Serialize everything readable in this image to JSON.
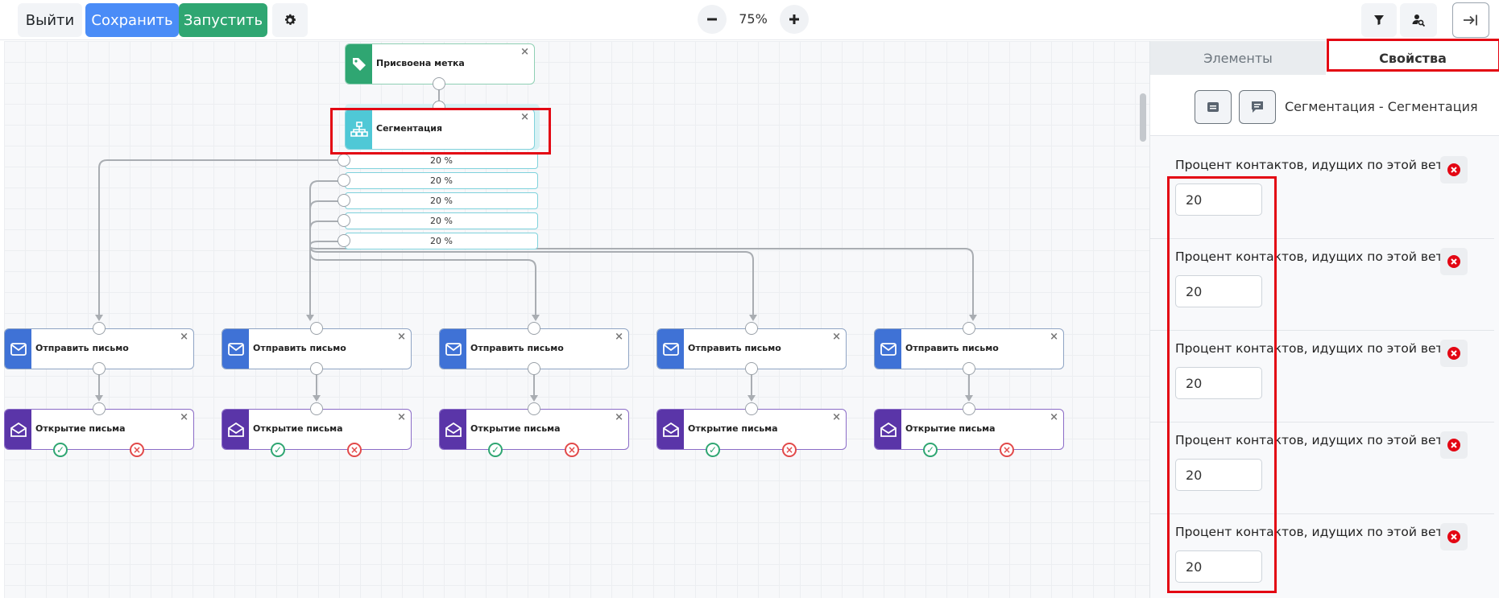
{
  "toolbar": {
    "exit_label": "Выйти",
    "save_label": "Сохранить",
    "run_label": "Запустить",
    "zoom_level": "75%",
    "zoom_out_symbol": "−",
    "zoom_in_symbol": "+"
  },
  "canvas": {
    "nodes": {
      "tag": {
        "title": "Присвоена метка",
        "icon": "tag-icon",
        "color": "#2fa672"
      },
      "segmentation": {
        "title": "Сегментация",
        "icon": "sitemap-icon",
        "color": "#4fc8d6"
      },
      "send_emails": [
        {
          "title": "Отправить письмо",
          "icon": "envelope-icon",
          "color": "#3f72d6"
        },
        {
          "title": "Отправить письмо",
          "icon": "envelope-icon",
          "color": "#3f72d6"
        },
        {
          "title": "Отправить письмо",
          "icon": "envelope-icon",
          "color": "#3f72d6"
        },
        {
          "title": "Отправить письмо",
          "icon": "envelope-icon",
          "color": "#3f72d6"
        },
        {
          "title": "Отправить письмо",
          "icon": "envelope-icon",
          "color": "#3f72d6"
        }
      ],
      "open_emails": [
        {
          "title": "Открытие письма",
          "icon": "envelope-open-icon",
          "color": "#5a35a8"
        },
        {
          "title": "Открытие письма",
          "icon": "envelope-open-icon",
          "color": "#5a35a8"
        },
        {
          "title": "Открытие письма",
          "icon": "envelope-open-icon",
          "color": "#5a35a8"
        },
        {
          "title": "Открытие письма",
          "icon": "envelope-open-icon",
          "color": "#5a35a8"
        },
        {
          "title": "Открытие письма",
          "icon": "envelope-open-icon",
          "color": "#5a35a8"
        }
      ]
    },
    "branches": [
      "20 %",
      "20 %",
      "20 %",
      "20 %",
      "20 %"
    ],
    "close_symbol": "×",
    "yes_symbol": "✓",
    "no_symbol": "×"
  },
  "panel": {
    "tabs": {
      "elements": "Элементы",
      "properties": "Свойства"
    },
    "element_name": "Сегментация - Сегментация",
    "fields": [
      {
        "label": "Процент контактов, идущих по этой ветке:",
        "value": "20"
      },
      {
        "label": "Процент контактов, идущих по этой ветке:",
        "value": "20"
      },
      {
        "label": "Процент контактов, идущих по этой ветке:",
        "value": "20"
      },
      {
        "label": "Процент контактов, идущих по этой ветке:",
        "value": "20"
      },
      {
        "label": "Процент контактов, идущих по этой ветке:",
        "value": "20"
      }
    ]
  },
  "colors": {
    "accent_blue": "#4a8cf7",
    "accent_green": "#2fa672",
    "highlight_red": "#e30613",
    "danger_red": "#e30613"
  }
}
